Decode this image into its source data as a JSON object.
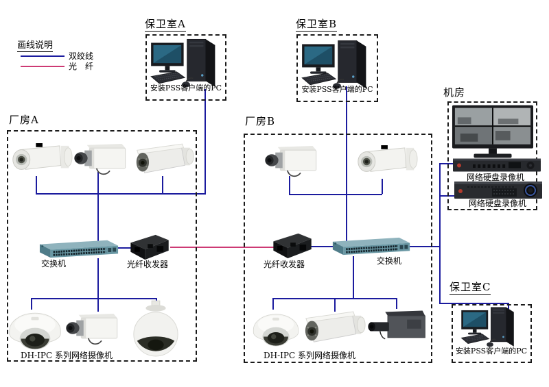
{
  "diagram": {
    "legend": {
      "title": "画线说明",
      "items": [
        {
          "label": "双绞线",
          "type": "twisted-pair"
        },
        {
          "label": "光　纤",
          "type": "fiber"
        }
      ]
    },
    "zones": {
      "guard_room_a": {
        "title": "保卫室A",
        "pc_label": "安装PSS客户端的PC"
      },
      "guard_room_b": {
        "title": "保卫室B",
        "pc_label": "安装PSS客户端的PC"
      },
      "guard_room_c": {
        "title": "保卫室C",
        "pc_label": "安装PSS客户端的PC"
      },
      "equipment_room": {
        "title": "机房",
        "nvr_labels": [
          "网络硬盘录像机",
          "网络硬盘录像机"
        ]
      },
      "factory_a": {
        "title": "厂房A",
        "switch_label": "交换机",
        "transceiver_label": "光纤收发器",
        "cameras_label": "DH-IPC 系列网络摄像机"
      },
      "factory_b": {
        "title": "厂房B",
        "switch_label": "交换机",
        "transceiver_label": "光纤收发器",
        "cameras_label": "DH-IPC 系列网络摄像机"
      }
    },
    "colors": {
      "twisted_pair": "#1b1b9e",
      "fiber": "#cd3a74",
      "box_border": "#1a1a1a"
    }
  }
}
